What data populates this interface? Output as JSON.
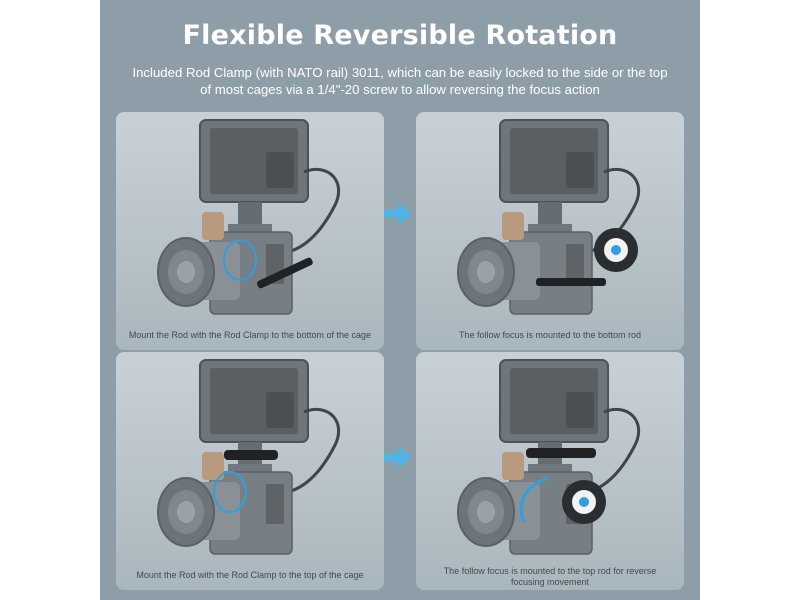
{
  "title": "Flexible Reversible Rotation",
  "subtitle_line1": "Included Rod Clamp (with NATO rail) 3011, which can be easily locked to the side or the top",
  "subtitle_line2": "of most cages via a 1/4\"-20 screw to allow reversing the focus action",
  "panels": [
    {
      "caption_line1": "Mount the Rod with the Rod Clamp to the bottom of the cage",
      "caption_line2": ""
    },
    {
      "caption_line1": "The follow focus is mounted to the bottom rod",
      "caption_line2": ""
    },
    {
      "caption_line1": "Mount the Rod with the Rod Clamp to the top of the cage",
      "caption_line2": ""
    },
    {
      "caption_line1": "The follow focus is mounted to the top rod for reverse",
      "caption_line2": "focusing movement"
    }
  ],
  "colors": {
    "background": "#8e9ea8",
    "arrow": "#4fb4e6",
    "accent_blue": "#2f9fe0",
    "text": "#ffffff"
  },
  "icons": [
    "right-arrow-icon",
    "right-arrow-icon"
  ]
}
